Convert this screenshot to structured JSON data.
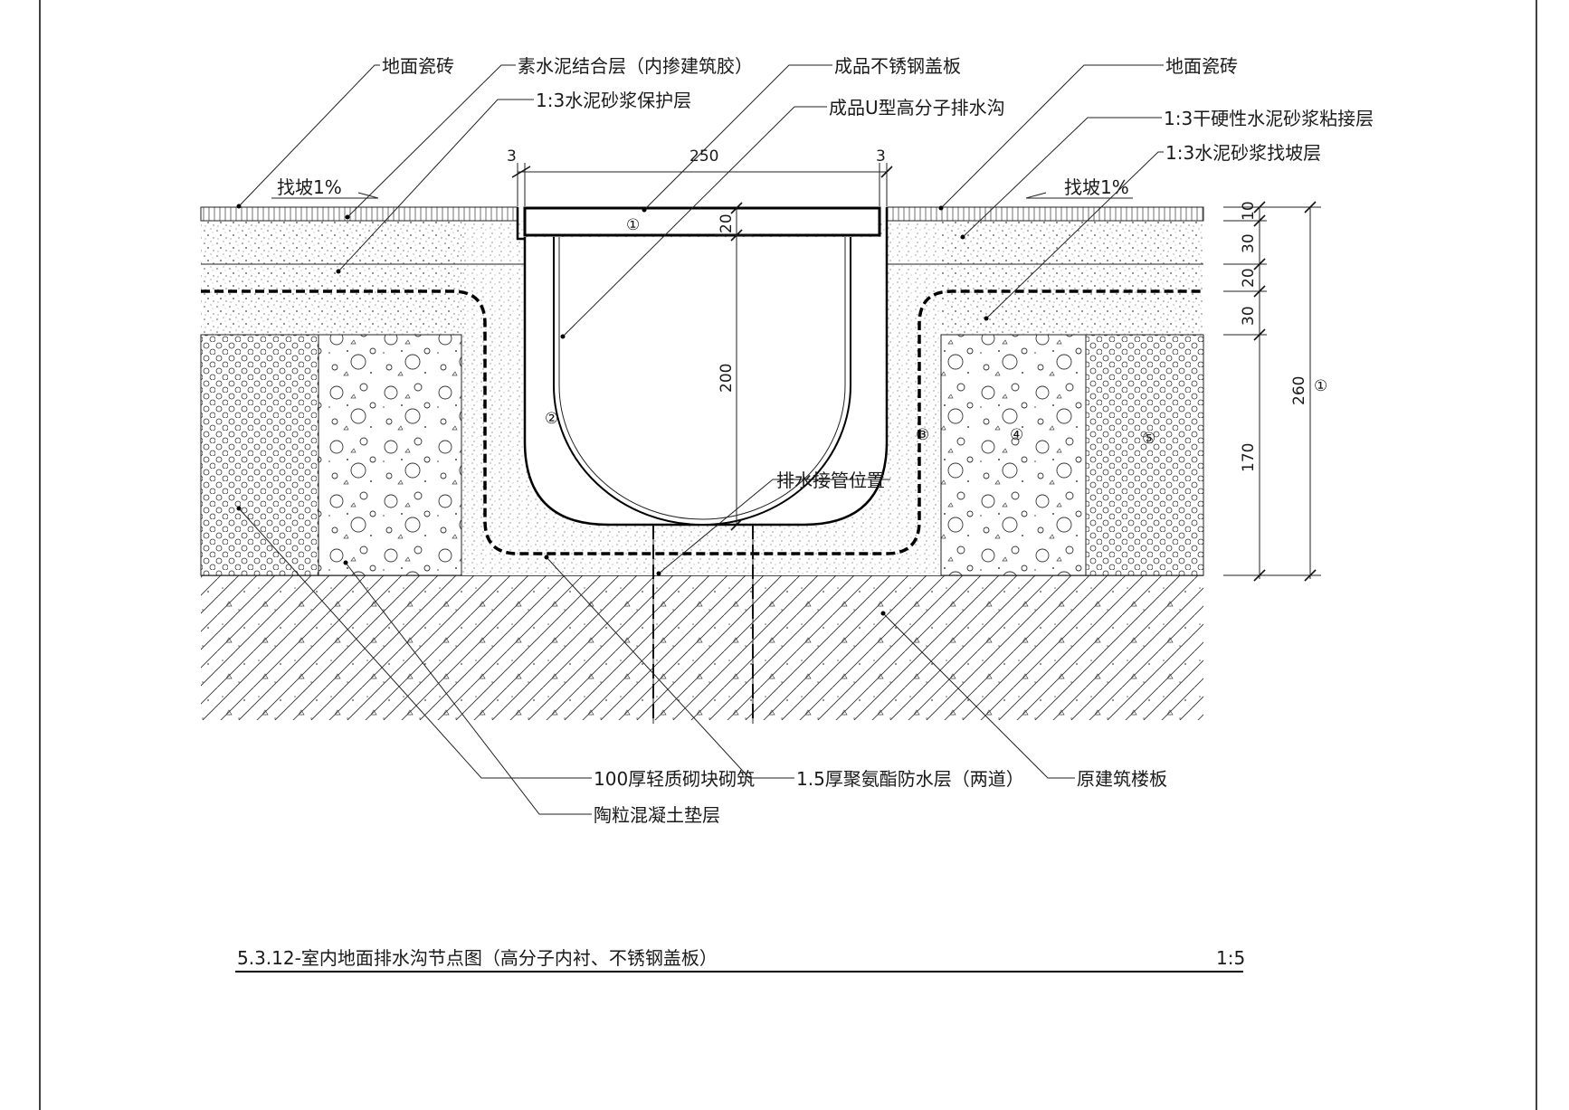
{
  "labels": {
    "floor_tile_left": "地面瓷砖",
    "cement_bond_layer": "素水泥结合层（内掺建筑胶）",
    "mortar_protect_layer": "1:3水泥砂浆保护层",
    "ss_cover": "成品不锈钢盖板",
    "u_channel": "成品U型高分子排水沟",
    "floor_tile_right": "地面瓷砖",
    "dry_mortar_layer": "1:3干硬性水泥砂浆粘接层",
    "slope_mortar_layer": "1:3水泥砂浆找坡层",
    "slope_left": "找坡1%",
    "slope_right": "找坡1%",
    "drain_pipe": "排水接管位置",
    "block_masonry": "100厚轻质砌块砌筑",
    "waterproof": "1.5厚聚氨酯防水层（两道）",
    "floor_slab": "原建筑楼板",
    "ceramsite_concrete": "陶粒混凝土垫层"
  },
  "dimensions": {
    "gap_left": "3",
    "width": "250",
    "gap_right": "3",
    "cover_thk": "20",
    "depth": "200",
    "r1": "10",
    "r2": "30",
    "r3": "20",
    "r4": "30",
    "r5": "170",
    "total": "260"
  },
  "markers": {
    "m1": "①",
    "m2": "②",
    "m3": "③",
    "m4": "④",
    "m5": "⑤",
    "m1_total": "①"
  },
  "title": {
    "text": "5.3.12-室内地面排水沟节点图（高分子内衬、不锈钢盖板）",
    "scale": "1:5"
  }
}
